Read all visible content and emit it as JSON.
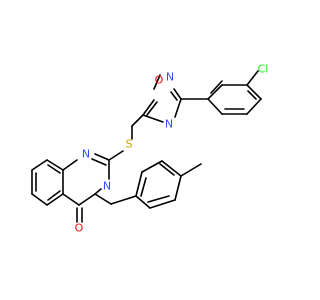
{
  "molecule": {
    "atoms": {
      "o_ring": "O",
      "n_oxa_top": "N",
      "n_oxa_bottom": "N",
      "chlorine": "Cl",
      "sulfur": "S",
      "n_quin_top": "N",
      "n_quin_bottom": "N",
      "o_carbonyl": "O"
    },
    "colors": {
      "bond": "#000000",
      "nitrogen": "#3050F8",
      "oxygen": "#FF0D0D",
      "chlorine": "#1FF01F",
      "sulfur": "#C8A000"
    }
  }
}
